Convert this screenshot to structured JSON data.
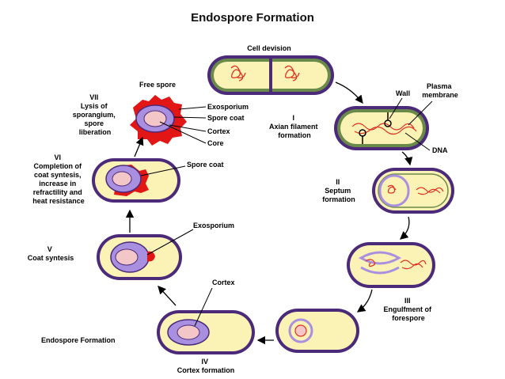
{
  "title": "Endospore Formation",
  "stages": {
    "cell_division": "Cell devision",
    "i": [
      "I",
      "Axian filament",
      "formation"
    ],
    "ii": [
      "II",
      "Septum",
      "formation"
    ],
    "iii": [
      "III",
      "Engulfment of",
      "forespore"
    ],
    "iv": [
      "IV",
      "Cortex formation"
    ],
    "v": [
      "V",
      "Coat syntesis"
    ],
    "vi": [
      "VI",
      "Completion of",
      "coat syntesis,",
      "increase in",
      "refractility and",
      "heat resistance"
    ],
    "vii": [
      "VII",
      "Lysis of",
      "sporangium,",
      "spore",
      "liberation"
    ]
  },
  "labels": {
    "wall": "Wall",
    "plasma_membrane": [
      "Plasma",
      "membrane"
    ],
    "dna": "DNA",
    "free_spore": "Free spore",
    "exosporium_top": "Exosporium",
    "spore_coat_top": "Spore coat",
    "cortex_top": "Cortex",
    "core": "Core",
    "spore_coat_vi": "Spore coat",
    "exosporium_v": "Exosporium",
    "cortex_iv": "Cortex",
    "bottom_left": "Endospore Formation"
  },
  "colors": {
    "outer_wall": "#4b2a7a",
    "cytoplasm": "#fbf3b5",
    "membrane_green": "#6a8a4a",
    "dna": "#e03020",
    "core_pink": "#f3c7c7",
    "cortex_purple": "#a98fe0",
    "coat_red": "#e31616"
  }
}
